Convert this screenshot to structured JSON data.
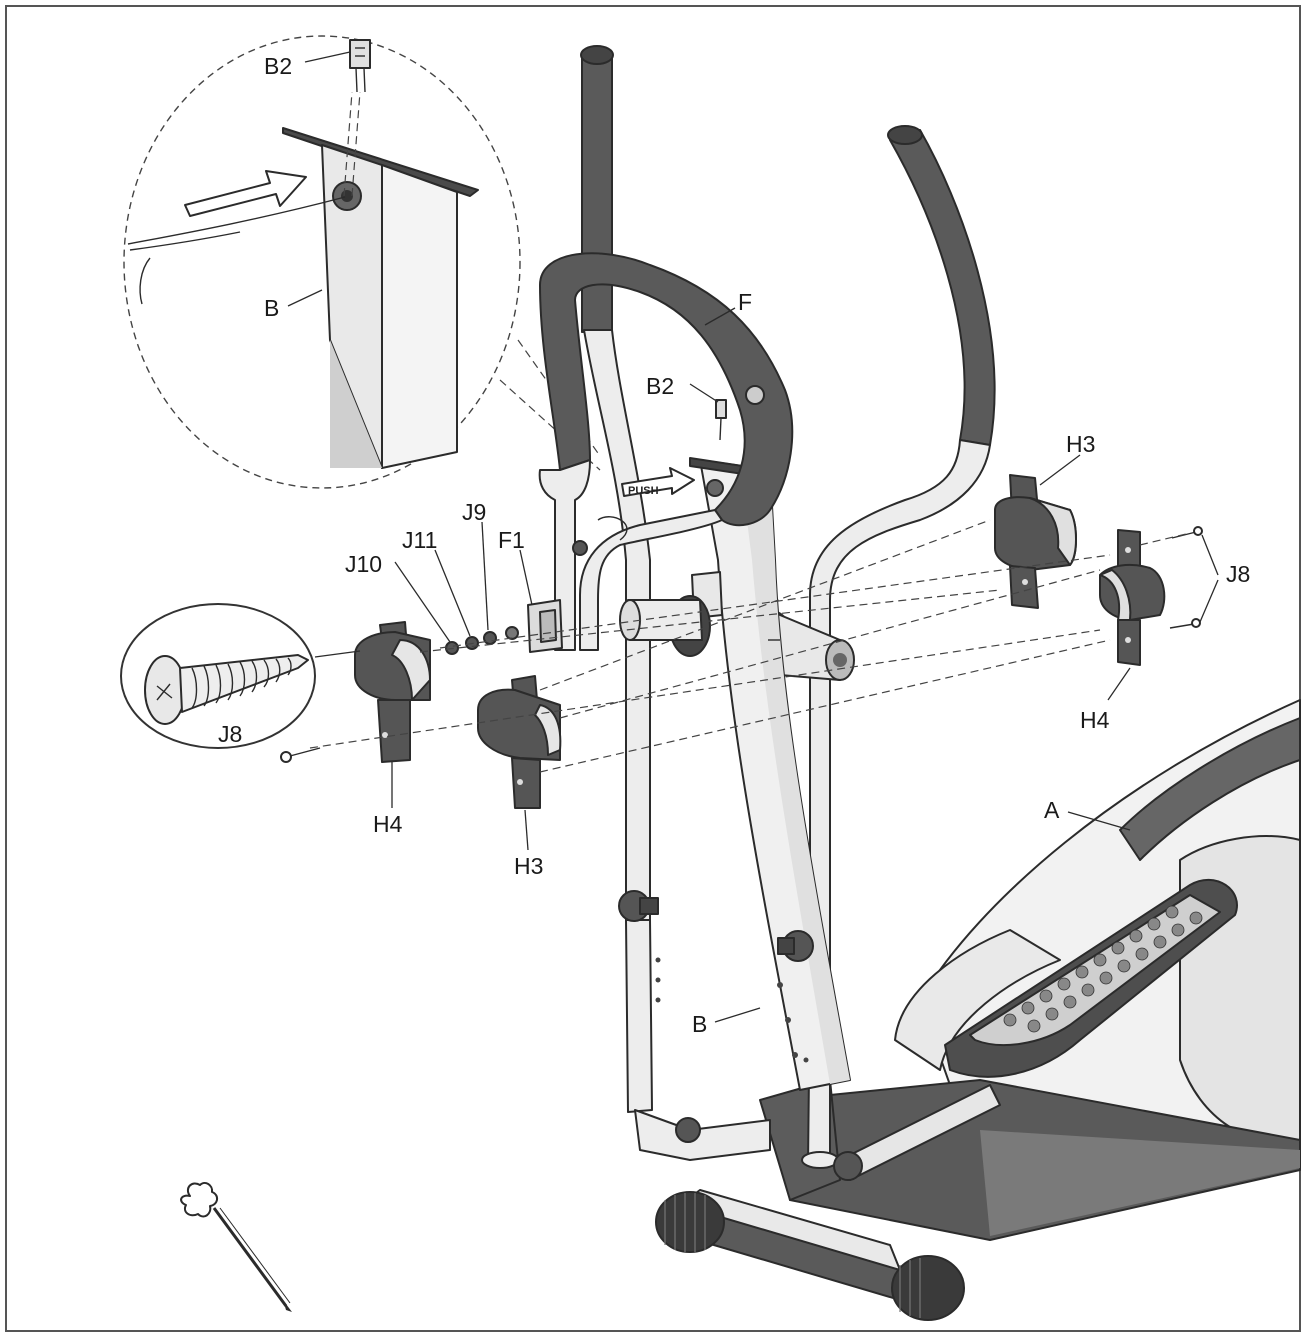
{
  "colors": {
    "frame_border": "#555555",
    "outline": "#2b2b2b",
    "tube_fill": "#ececec",
    "dark_part": "#555555",
    "mid_part": "#6e6e6e",
    "light_part": "#d9d9d9",
    "wheel": "#3a3a3a",
    "label": "#1a1a1a"
  },
  "inset": {
    "labels": {
      "cable_connector": "B2",
      "upright": "B"
    }
  },
  "main": {
    "push_sticker": "PUSH",
    "labels": {
      "handlebar": "F",
      "cable_connector": "B2",
      "cap_back": "H3",
      "screws_right": "J8",
      "cap_front_right": "H4",
      "main_frame": "A",
      "upright": "B",
      "washer_j10": "J10",
      "washer_j11": "J11",
      "washer_j9": "J9",
      "bracket": "F1",
      "cap_front_left": "H4",
      "cap_back_left": "H3"
    }
  },
  "screw_detail": {
    "label": "J8"
  },
  "tool": {
    "icon": "cross-wrench-icon"
  }
}
